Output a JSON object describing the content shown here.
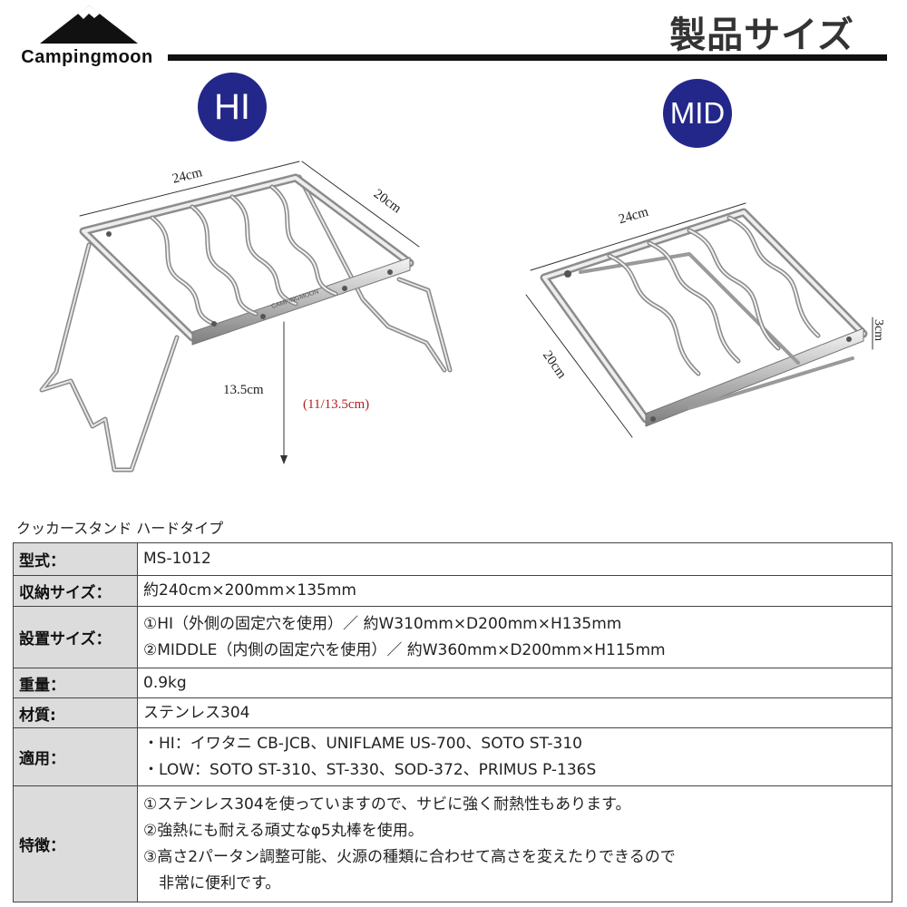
{
  "header": {
    "brand": "Campingmoon",
    "title": "製品サイズ"
  },
  "illustrations": {
    "hi": {
      "badge": "HI",
      "width_label": "24cm",
      "depth_label": "20cm",
      "height_label": "13.5cm",
      "height_alt_label": "(11/13.5cm)",
      "stamp": "CAMPINGMOON"
    },
    "mid": {
      "badge": "MID",
      "width_label": "24cm",
      "depth_label": "20cm",
      "height_label": "3cm"
    }
  },
  "product_name": "クッカースタンド ハードタイプ",
  "specs": [
    {
      "label": "型式：",
      "lines": [
        "MS-1012"
      ]
    },
    {
      "label": "収納サイズ：",
      "lines": [
        "約240cm×200mm×135mm"
      ]
    },
    {
      "label": "設置サイズ：",
      "lines": [
        "①HI（外側の固定穴を使用）／ 約W310mm×D200mm×H135mm",
        "②MIDDLE（内側の固定穴を使用）／ 約W360mm×D200mm×H115mm"
      ]
    },
    {
      "label": "重量：",
      "lines": [
        "0.9kg"
      ]
    },
    {
      "label": "材質:",
      "lines": [
        "ステンレス304"
      ]
    },
    {
      "label": "適用：",
      "lines": [
        "・HI：イワタニ CB-JCB、UNIFLAME US-700、SOTO ST-310",
        "・LOW：SOTO ST-310、ST-330、SOD-372、PRIMUS P-136S"
      ]
    },
    {
      "label": "特徴：",
      "lines": [
        "①ステンレス304を使っていますので、サビに強く耐熱性もあります。",
        "②強熱にも耐える頑丈なφ5丸棒を使用。",
        "③高さ2パータン調整可能、火源の種類に合わせて高さを変えたりできるので",
        "　非常に便利です。"
      ]
    }
  ],
  "colors": {
    "badge": "#23278a",
    "label_bg": "#dcdcdc",
    "accent_red": "#b22020"
  }
}
